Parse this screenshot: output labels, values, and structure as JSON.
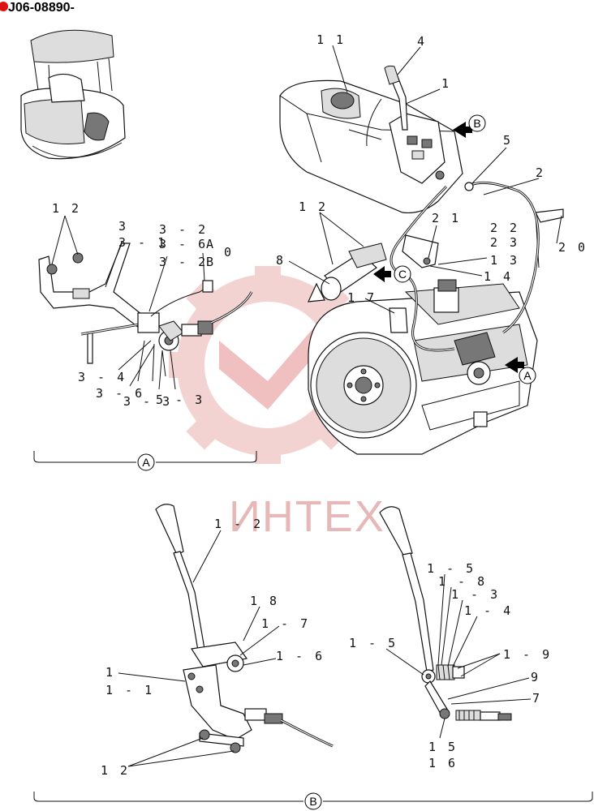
{
  "header": {
    "code": "J06-08890-"
  },
  "watermark": {
    "text": "ИНТЕХ",
    "color": "#e7b8b8"
  },
  "views": {
    "a": {
      "label": "A"
    },
    "b": {
      "label": "B"
    },
    "c": {
      "label": "C"
    }
  },
  "main_labels": {
    "l11": "1 1",
    "l4": "4",
    "l1": "1",
    "l5": "5",
    "l2": "2",
    "l12": "1 2",
    "l21": "2 1",
    "l22": "2 2",
    "l23": "2 3",
    "l13": "1 3",
    "l14": "1 4",
    "l20": "2 0",
    "l8": "8",
    "l17": "1 7"
  },
  "detail_a_labels": {
    "l12": "1 2",
    "l3": "3",
    "l3_1": "3 - 1",
    "l3_2a": "3 - 2",
    "l3_6a": "3 - 6",
    "l3_2b": "3 - 2",
    "lA": "A",
    "lB": "B",
    "l0": "0",
    "l3_4": "3 - 4",
    "l3_6b": "3 - 6",
    "l3_3": "3 - 3",
    "l3_5": "5 - 3"
  },
  "detail_b1_labels": {
    "l1_2": "1 - 2",
    "l18": "1 8",
    "l1_7": "1 - 7",
    "l1_6": "1 - 6",
    "l1": "1",
    "l1_1": "1 - 1",
    "l12": "1 2"
  },
  "detail_b2_labels": {
    "l1_5a": "1 - 5",
    "l1_8": "1 - 8",
    "l1_3": "1 - 3",
    "l1_4": "1 - 4",
    "l1_5b": "1 - 5",
    "l1_9": "1 - 9",
    "l9": "9",
    "l7": "7",
    "l15": "1 5",
    "l16": "1 6"
  }
}
